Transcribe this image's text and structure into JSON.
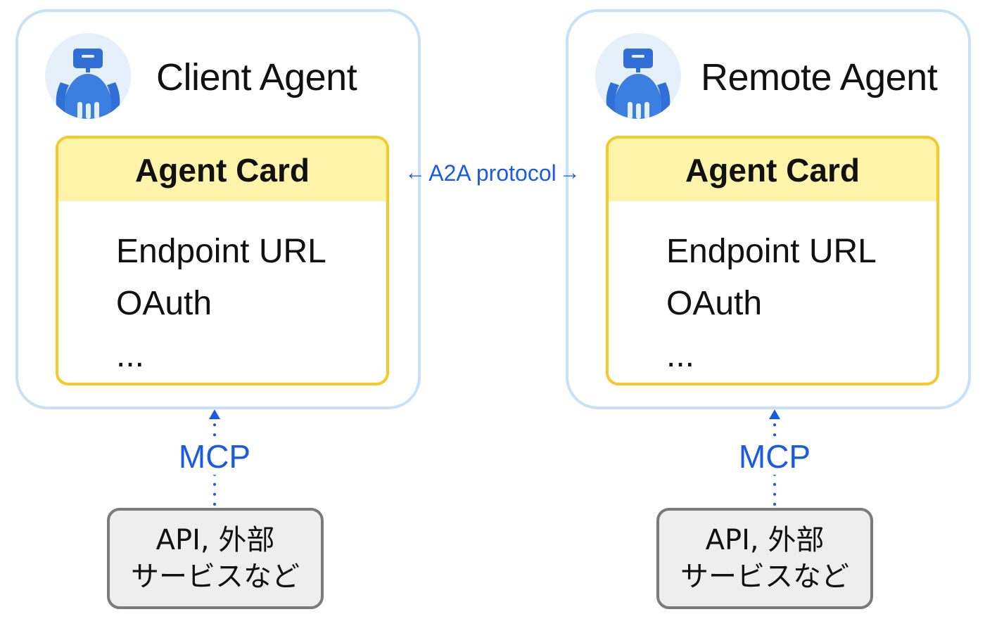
{
  "colors": {
    "panel_border": "#c6e1f8",
    "card_border": "#f7c928",
    "card_header_fill": "#fdf4a9",
    "link_text": "#1a5be6",
    "service_border": "#7b7b7b",
    "service_fill": "#eeeeee",
    "robot_blue": "#3b7fe0"
  },
  "client": {
    "title": "Client Agent",
    "avatar_icon": "robot-icon",
    "card": {
      "header": "Agent Card",
      "items": [
        "Endpoint URL",
        "OAuth",
        "..."
      ]
    },
    "link": {
      "label": "MCP",
      "icon": "arrow-up-icon"
    },
    "service": {
      "line1": "API, 外部",
      "line2": "サービスなど"
    }
  },
  "remote": {
    "title": "Remote Agent",
    "avatar_icon": "robot-icon",
    "card": {
      "header": "Agent Card",
      "items": [
        "Endpoint URL",
        "OAuth",
        "..."
      ]
    },
    "link": {
      "label": "MCP",
      "icon": "arrow-up-icon"
    },
    "service": {
      "line1": "API, 外部",
      "line2": "サービスなど"
    }
  },
  "protocol": {
    "label": "A2A protocol",
    "left_icon": "arrow-left-icon",
    "right_icon": "arrow-right-icon"
  }
}
